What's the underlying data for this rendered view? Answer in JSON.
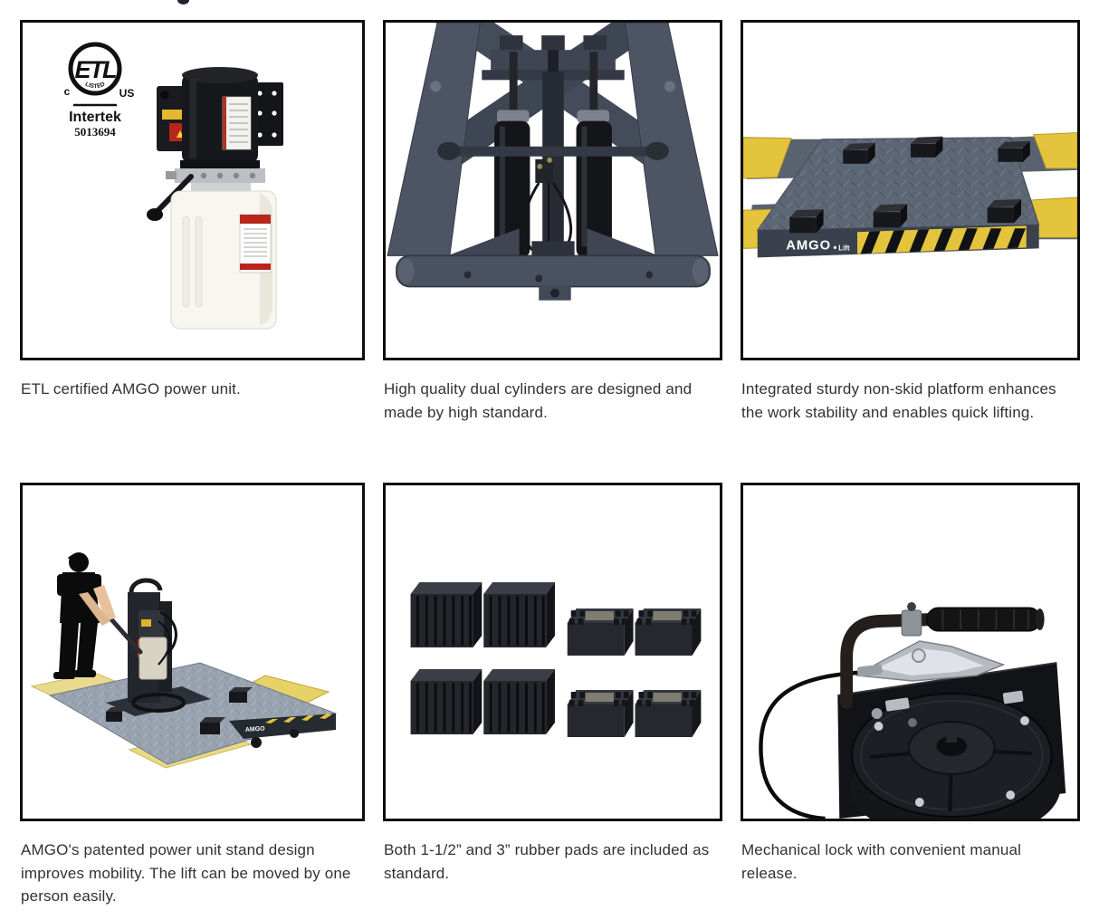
{
  "page": {
    "background": "#ffffff"
  },
  "colors": {
    "caption_text": "#2f3237",
    "card_border": "#0e0e0e",
    "hazard_yellow": "#e3c43c",
    "steel_gray": "#4d5463",
    "platform_gray": "#5d6674",
    "machine_black": "#16171b",
    "tank_white": "#f7f6f1",
    "skin_tone": "#e6c19b"
  },
  "cards": [
    {
      "photo": "etl-certified-power-unit",
      "caption": "ETL certified AMGO power unit.",
      "etl_logo": {
        "mark": "ETL",
        "c": "c",
        "us": "US",
        "listed": "LISTED",
        "company": "Intertek",
        "number": "5013694"
      }
    },
    {
      "photo": "dual-hydraulic-cylinders",
      "caption": "High quality dual cylinders are designed and made by high standard."
    },
    {
      "photo": "non-skid-platform",
      "caption": "Integrated sturdy non-skid platform enhances the work stability and enables quick lifting.",
      "brand": "AMGO",
      "brand_suffix": "Lift"
    },
    {
      "photo": "power-unit-stand-mobility",
      "caption": "AMGO's patented power unit stand design improves mobility. The lift can be moved by one person easily.",
      "brand": "AMGO"
    },
    {
      "photo": "rubber-pads-set",
      "caption": "Both 1-1/2” and 3” rubber pads are included as standard."
    },
    {
      "photo": "mechanical-lock-release",
      "caption": "Mechanical lock with convenient manual release."
    }
  ]
}
